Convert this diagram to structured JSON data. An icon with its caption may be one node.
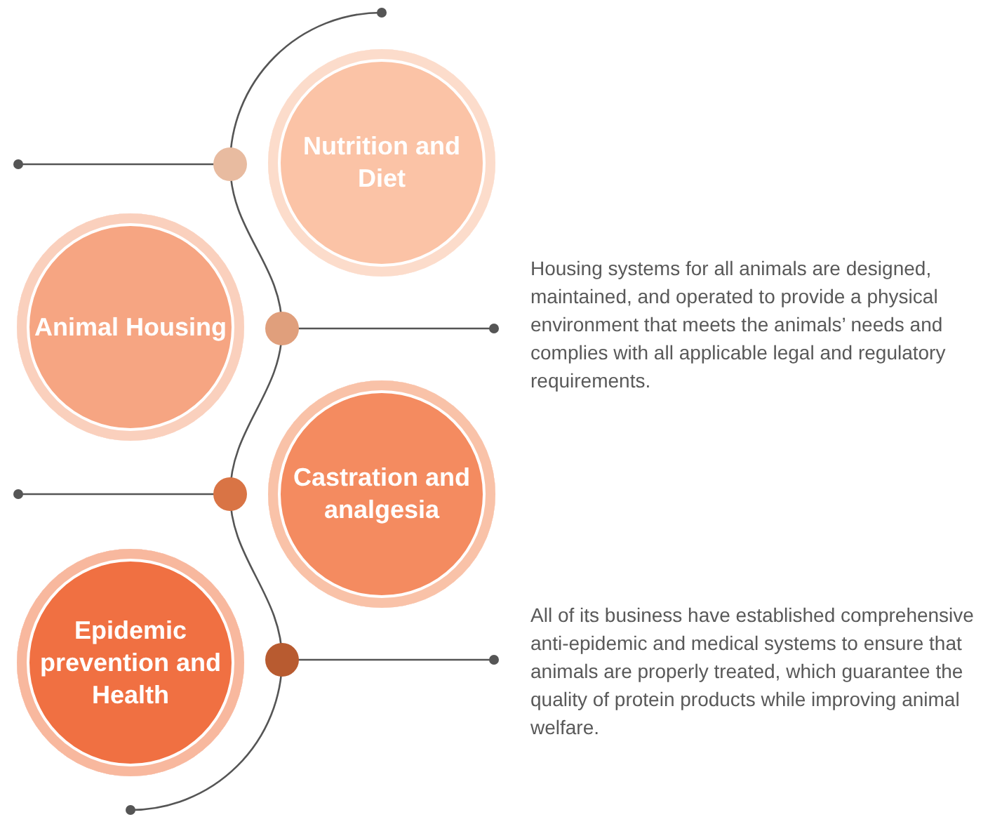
{
  "diagram": {
    "nodes": [
      {
        "text": [
          "Nutrition and Diet"
        ]
      },
      {
        "text": [
          "Animal Housing"
        ]
      },
      {
        "text": [
          "Castration and analgesia"
        ]
      },
      {
        "text": [
          "Epidemic prevention and Health"
        ]
      }
    ],
    "labels": [
      "Housing systems for all animals are designed, maintained, and operated to provide a physical environment that meets the animals’ needs and complies with all applicable legal and regulatory requirements.",
      "All of its business have established comprehensive anti-epidemic and medical systems to ensure that animals are properly treated, which guarantee the quality of protein products while improving animal welfare."
    ]
  }
}
